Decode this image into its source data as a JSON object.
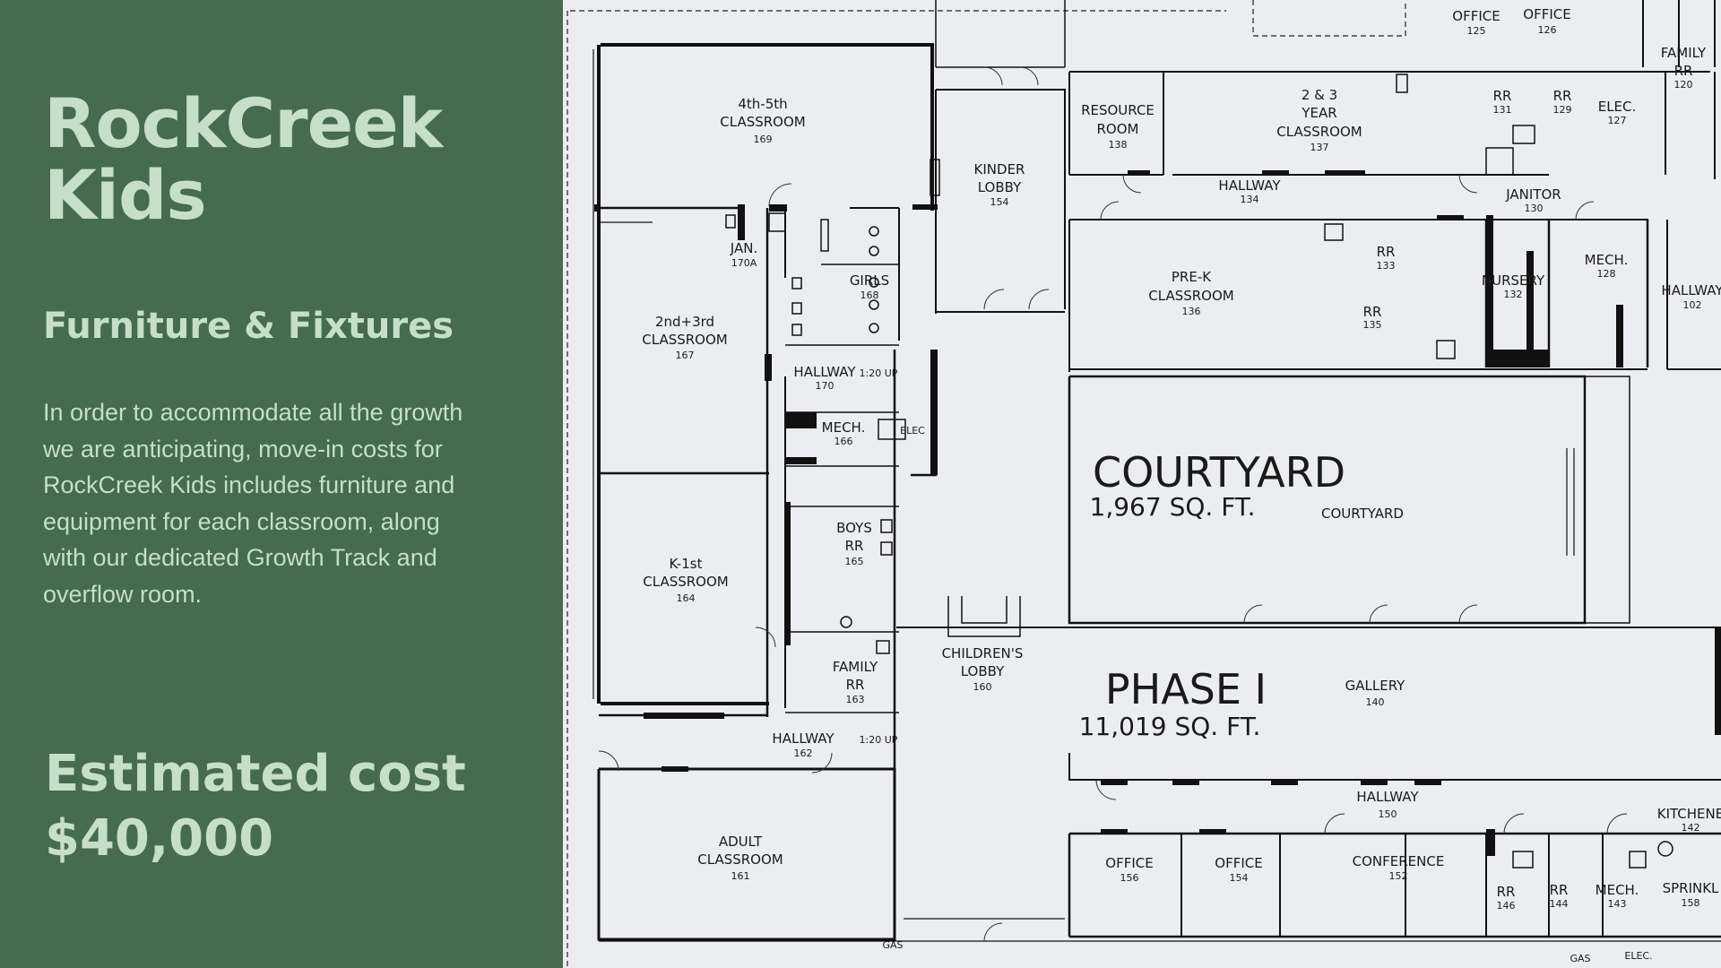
{
  "panel": {
    "title_line1": "RockCreek",
    "title_line2": "Kids",
    "subtitle": "Furniture & Fixtures",
    "body_line1": "In order to accommodate all the growth",
    "body_line2": "we are anticipating, move-in costs for",
    "body_line3": "RockCreek Kids includes furniture and",
    "body_line4": "equipment for each classroom, along",
    "body_line5": "with our dedicated Growth Track and",
    "body_line6": "overflow room.",
    "cost_label": "Estimated cost",
    "cost_value": "$40,000"
  },
  "colors": {
    "panel_bg": "#466b4f",
    "panel_text": "#c5dfc8",
    "plan_bg": "#ebedf0",
    "wall": "#111111"
  },
  "floorplan": {
    "rooms": [
      {
        "name": "4th-5th",
        "name2": "CLASSROOM",
        "num": "169"
      },
      {
        "name": "JAN.",
        "num": "170A"
      },
      {
        "name": "2nd+3rd",
        "name2": "CLASSROOM",
        "num": "167"
      },
      {
        "name": "GIRLS",
        "num": "168"
      },
      {
        "name": "HALLWAY",
        "num": "170",
        "note": "1:20 UP"
      },
      {
        "name": "MECH.",
        "num": "166",
        "note": "ELEC"
      },
      {
        "name": "K-1st",
        "name2": "CLASSROOM",
        "num": "164"
      },
      {
        "name": "BOYS",
        "name2": "RR",
        "num": "165"
      },
      {
        "name": "FAMILY",
        "name2": "RR",
        "num": "163"
      },
      {
        "name": "HALLWAY",
        "num": "162",
        "note": "1:20 UP"
      },
      {
        "name": "ADULT",
        "name2": "CLASSROOM",
        "num": "161"
      },
      {
        "name": "KINDER",
        "name2": "LOBBY",
        "num": "154"
      },
      {
        "name": "CHILDREN'S",
        "name2": "LOBBY",
        "num": "160"
      },
      {
        "name": "RESOURCE",
        "name2": "ROOM",
        "num": "138"
      },
      {
        "name": "2 & 3",
        "name2": "YEAR",
        "name3": "CLASSROOM",
        "num": "137"
      },
      {
        "name": "HALLWAY",
        "num": "134"
      },
      {
        "name": "OFFICE",
        "num": "125"
      },
      {
        "name": "OFFICE",
        "num": "126"
      },
      {
        "name": "FAMILY",
        "name2": "RR",
        "num": "120"
      },
      {
        "name": "RR",
        "num": "131"
      },
      {
        "name": "RR",
        "num": "129"
      },
      {
        "name": "ELEC.",
        "num": "127"
      },
      {
        "name": "JANITOR",
        "num": "130"
      },
      {
        "name": "PRE-K",
        "name2": "CLASSROOM",
        "num": "136"
      },
      {
        "name": "RR",
        "num": "133"
      },
      {
        "name": "RR",
        "num": "135"
      },
      {
        "name": "NURSERY",
        "num": "132"
      },
      {
        "name": "MECH.",
        "num": "128"
      },
      {
        "name": "HALLWAY",
        "num": "102"
      },
      {
        "name": "GALLERY",
        "num": "140"
      },
      {
        "name": "HALLWAY",
        "num": "150"
      },
      {
        "name": "OFFICE",
        "num": "156"
      },
      {
        "name": "OFFICE",
        "num": "154"
      },
      {
        "name": "CONFERENCE",
        "num": "152"
      },
      {
        "name": "RR",
        "num": "146"
      },
      {
        "name": "RR",
        "num": "144"
      },
      {
        "name": "MECH.",
        "num": "143"
      },
      {
        "name": "KITCHENE",
        "num": "142"
      },
      {
        "name": "SPRINKL",
        "num": "158"
      }
    ],
    "courtyard_title": "COURTYARD",
    "courtyard_area": "1,967 SQ. FT.",
    "courtyard_small": "COURTYARD",
    "phase_title": "PHASE I",
    "phase_area": "11,019 SQ. FT.",
    "gas_label": "GAS",
    "gas_label2": "GAS",
    "elec_label": "ELEC."
  }
}
